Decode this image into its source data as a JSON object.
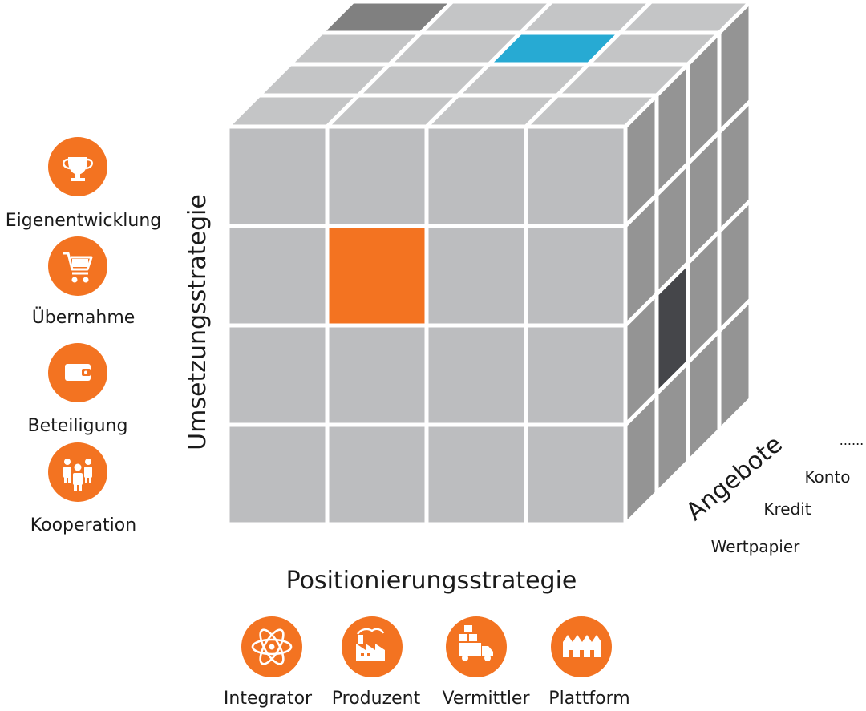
{
  "axes": {
    "vertical_label": "Umsetzungsstrategie",
    "horizontal_label": "Positionierungsstrategie",
    "depth_label": "Angebote"
  },
  "implementation_strategies": [
    {
      "label": "Eigenentwicklung",
      "icon": "trophy-icon"
    },
    {
      "label": "Übernahme",
      "icon": "shopping-cart-icon"
    },
    {
      "label": "Beteiligung",
      "icon": "wallet-icon"
    },
    {
      "label": "Kooperation",
      "icon": "people-icon"
    }
  ],
  "positioning_strategies": [
    {
      "label": "Integrator",
      "icon": "atom-icon"
    },
    {
      "label": "Produzent",
      "icon": "factory-icon"
    },
    {
      "label": "Vermittler",
      "icon": "delivery-truck-icon"
    },
    {
      "label": "Plattform",
      "icon": "marketplace-stalls-icon"
    }
  ],
  "offers": [
    "Wertpapier",
    "Kredit",
    "Konto",
    "......"
  ],
  "colors": {
    "accent_orange": "#f37321",
    "accent_blue": "#27aad3",
    "cell_front": "#bcbdbf",
    "cell_top": "#c4c5c6",
    "cell_side": "#949494",
    "highlight_side": "#45464a",
    "highlight_top_dark": "#808080",
    "grid_line": "#ffffff"
  }
}
